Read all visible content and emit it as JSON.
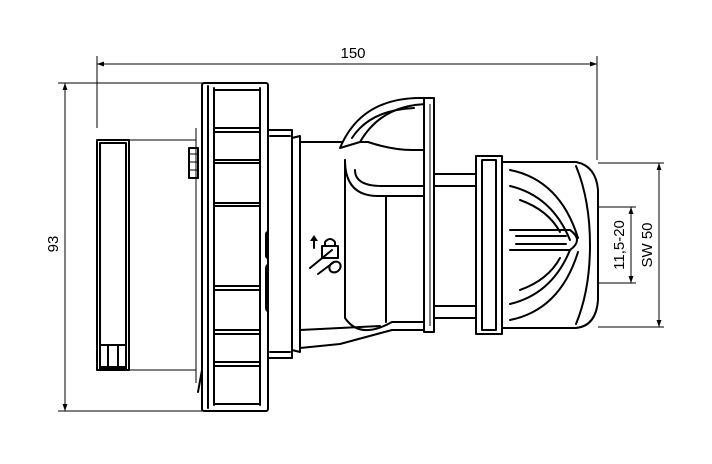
{
  "dimensions": {
    "overall_length": "150",
    "overall_height": "93",
    "cable_range": "11,5-20",
    "wrench_size": "SW 50"
  },
  "colors": {
    "line": "#000000",
    "background": "#ffffff"
  },
  "icons": [
    "padlock-icon",
    "screwdriver-icon",
    "arrow-up-icon"
  ]
}
